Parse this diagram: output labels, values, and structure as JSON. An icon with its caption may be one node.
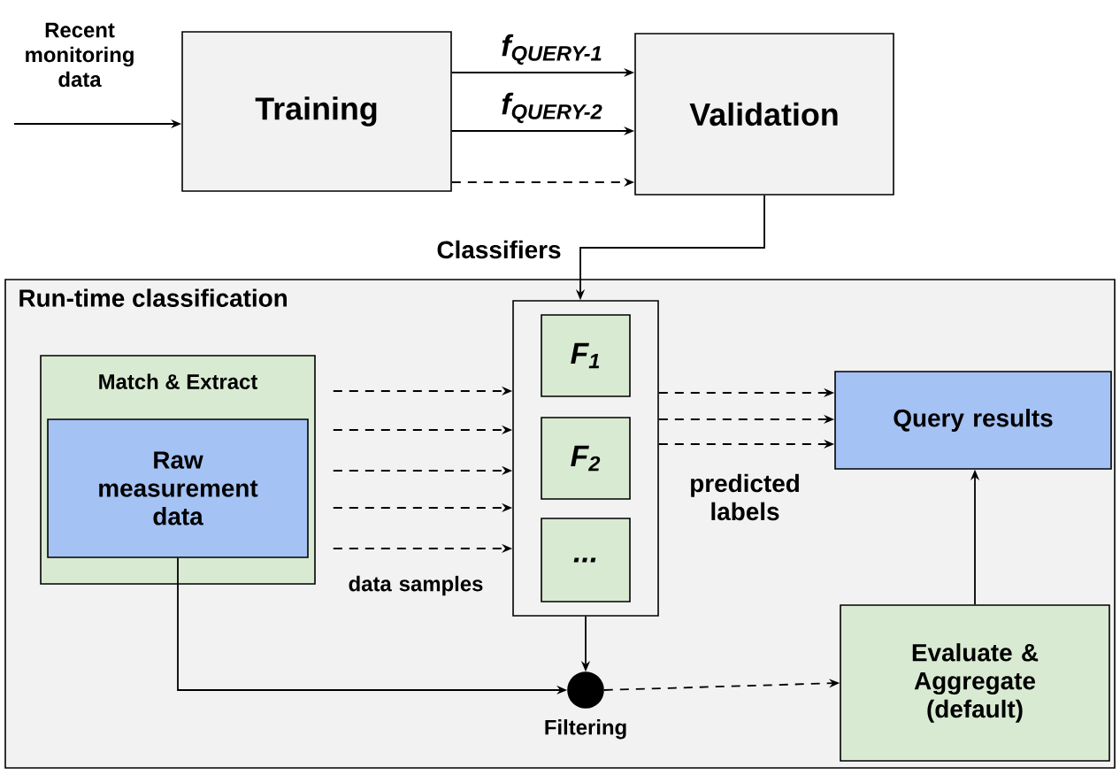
{
  "diagram": {
    "nodes": [
      {
        "text": [
          "Training"
        ]
      },
      {
        "text": [
          "Validation"
        ]
      },
      {
        "text": [
          "Run-time classification"
        ]
      },
      {
        "text": [
          "Match & Extract"
        ],
        "in": 2
      },
      {
        "text": [
          "Raw measurement data"
        ],
        "in": 3
      },
      {
        "text": [],
        "shape": "box",
        "in": 2
      },
      {
        "text": [
          "F$_{1}$"
        ],
        "in": 5
      },
      {
        "text": [
          "F$_{2}$"
        ],
        "in": 5
      },
      {
        "text": [
          "..."
        ],
        "in": 5
      },
      {
        "text": [
          "Query results"
        ],
        "in": 2
      },
      {
        "text": [
          "Evaluate & Aggregate (default)"
        ],
        "in": 2
      },
      {
        "text": [],
        "shape": "circle",
        "beside": [
          "Filtering"
        ],
        "in": 2
      }
    ],
    "edges": [
      {
        "from": null,
        "to": 0,
        "arrow": "to",
        "label": "Recent monitoring data"
      },
      {
        "from": 0,
        "to": 1,
        "arrow": "to",
        "label": "f$_{QUERY-1}$"
      },
      {
        "from": 0,
        "to": 1,
        "arrow": "to",
        "label": "f$_{QUERY-2}$"
      },
      {
        "from": 0,
        "to": 1,
        "arrow": "to",
        "style": "dashed"
      },
      {
        "from": 1,
        "to": 5,
        "arrow": "to",
        "label": "Classifiers"
      },
      {
        "from": 3,
        "to": 5,
        "arrow": "to",
        "style": "dashed"
      },
      {
        "from": 3,
        "to": 5,
        "arrow": "to",
        "style": "dashed"
      },
      {
        "from": 3,
        "to": 5,
        "arrow": "to",
        "style": "dashed"
      },
      {
        "from": 3,
        "to": 5,
        "arrow": "to",
        "style": "dashed"
      },
      {
        "from": 3,
        "to": 5,
        "arrow": "to",
        "style": "dashed"
      },
      {
        "from": 5,
        "to": 9,
        "arrow": "to",
        "style": "dashed"
      },
      {
        "from": 5,
        "to": 9,
        "arrow": "to",
        "style": "dashed"
      },
      {
        "from": 5,
        "to": 9,
        "arrow": "to",
        "style": "dashed"
      },
      {
        "from": 5,
        "to": 11,
        "arrow": "to"
      },
      {
        "from": 4,
        "to": 11,
        "arrow": "to"
      },
      {
        "from": 11,
        "to": 10,
        "arrow": "to",
        "style": "dashed"
      },
      {
        "from": 10,
        "to": 9,
        "arrow": "to"
      }
    ],
    "labels": [
      "data samples",
      "predicted labels"
    ]
  }
}
